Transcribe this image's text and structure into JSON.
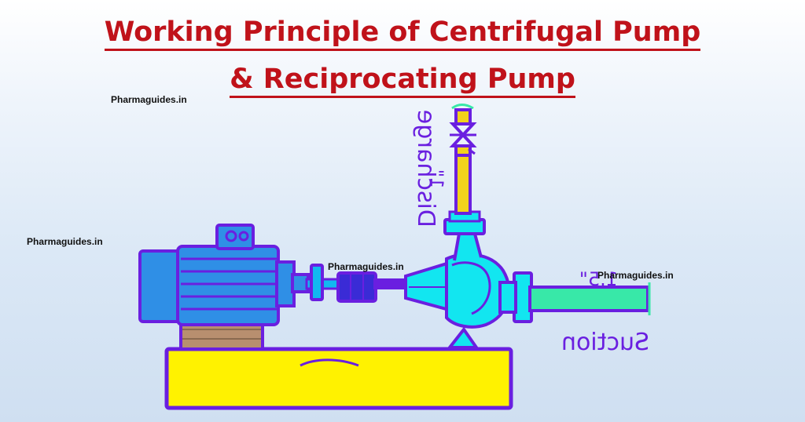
{
  "title": {
    "line1": "Working Principle of Centrifugal Pump",
    "line2": "& Reciprocating Pump"
  },
  "watermarks": [
    "Pharmaguides.in",
    "Pharmaguides.in",
    "Pharmaguides.in",
    "Pharmaguides.in"
  ],
  "labels": {
    "discharge": "Discharge",
    "discharge_size": "1\"",
    "suction": "Suction",
    "suction_size": "1.5\""
  },
  "colors": {
    "title_red": "#c0121a",
    "outline_purple": "#6a1fe0",
    "motor_blue": "#2f8fe6",
    "pump_cyan": "#12e6f0",
    "base_yellow": "#fff200",
    "suction_green": "#38e8a8",
    "mount_brown": "#b88f6f",
    "coupling_navy": "#3a2bd6"
  }
}
